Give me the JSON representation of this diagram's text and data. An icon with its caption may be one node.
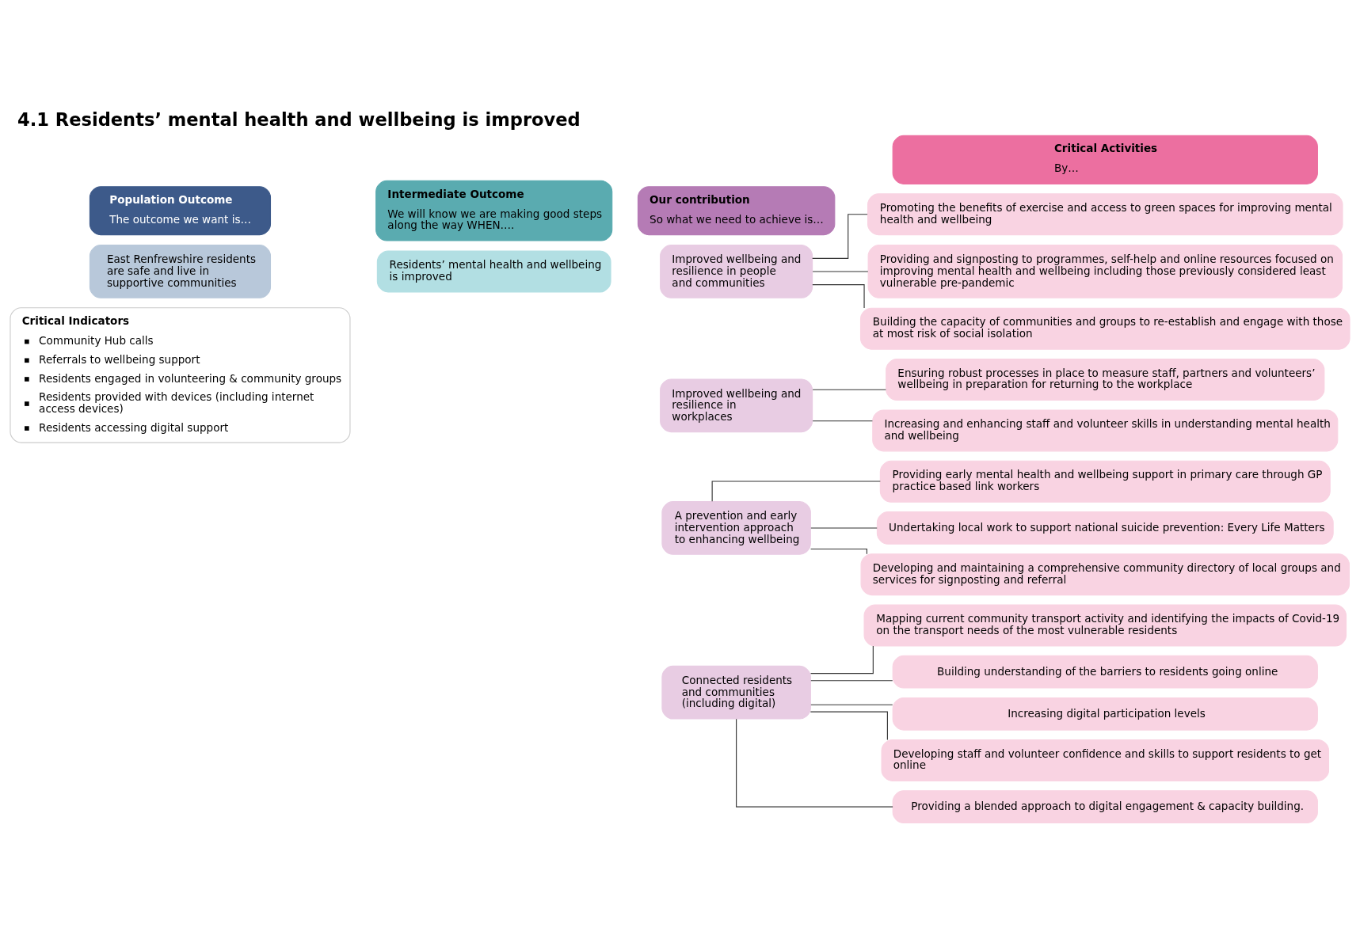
{
  "diagram": {
    "title": "4.1 Residents’ mental health and wellbeing is improved",
    "nodes": [
      {
        "text": [
          "Population Outcome",
          "The outcome we want is…"
        ]
      },
      {
        "text": [
          "Intermediate Outcome",
          "We will know we are making good steps along the way WHEN…."
        ]
      },
      {
        "text": [
          "Our contribution",
          "So what we need to achieve is…"
        ]
      },
      {
        "text": [
          "Critical Activities",
          "By…"
        ]
      },
      {
        "text": [
          "East Renfrewshire residents are safe and live in supportive communities"
        ]
      },
      {
        "text": [
          "Residents’ mental health and wellbeing is improved"
        ]
      },
      {
        "text": [
          "Improved wellbeing and resilience in people and communities"
        ]
      },
      {
        "text": [
          "Promoting the benefits of exercise and access to green spaces for improving mental health and wellbeing"
        ]
      },
      {
        "text": [
          "Providing and signposting to programmes, self-help and online resources focused on improving mental health and wellbeing including those previously considered least vulnerable pre-pandemic"
        ]
      },
      {
        "text": [
          "Building the capacity of communities and groups to re-establish and engage with those at most risk of social isolation"
        ]
      },
      {
        "text": [
          "Critical Indicators",
          "Community Hub calls",
          "Referrals to wellbeing support",
          "Residents engaged in volunteering & community groups",
          "Residents provided with devices (including internet access devices)",
          "Residents accessing digital support"
        ]
      },
      {
        "text": [
          "Improved wellbeing and resilience in workplaces"
        ]
      },
      {
        "text": [
          "Ensuring robust processes in place to measure staff, partners and volunteers’ wellbeing in preparation for returning to the workplace"
        ]
      },
      {
        "text": [
          "Increasing and enhancing staff and volunteer skills in understanding mental health and wellbeing"
        ]
      },
      {
        "text": [
          "A prevention and early intervention approach to enhancing wellbeing"
        ]
      },
      {
        "text": [
          "Providing early mental health and wellbeing support in primary care through GP practice based link workers"
        ]
      },
      {
        "text": [
          "Undertaking local work to support national suicide prevention: Every Life Matters"
        ]
      },
      {
        "text": [
          "Developing and maintaining a comprehensive community directory of local groups and services for signposting and referral"
        ]
      },
      {
        "text": [
          "Connected residents and communities (including digital)"
        ]
      },
      {
        "text": [
          "Mapping current community transport activity and identifying the impacts of Covid-19 on the transport needs of the most vulnerable residents"
        ]
      },
      {
        "text": [
          "Building understanding of the barriers to residents going online"
        ]
      },
      {
        "text": [
          "Increasing digital participation levels"
        ]
      },
      {
        "text": [
          "Developing staff and volunteer confidence and skills to support residents to get online"
        ]
      },
      {
        "text": [
          "Providing a blended approach to digital engagement & capacity building."
        ]
      }
    ],
    "edges": [
      {
        "from": 6,
        "to": 7,
        "arrow": "none"
      },
      {
        "from": 6,
        "to": 8,
        "arrow": "none"
      },
      {
        "from": 6,
        "to": 9,
        "arrow": "none"
      },
      {
        "from": 11,
        "to": 12,
        "arrow": "none"
      },
      {
        "from": 11,
        "to": 13,
        "arrow": "none"
      },
      {
        "from": 14,
        "to": 15,
        "arrow": "none"
      },
      {
        "from": 14,
        "to": 16,
        "arrow": "none"
      },
      {
        "from": 14,
        "to": 17,
        "arrow": "none"
      },
      {
        "from": 18,
        "to": 19,
        "arrow": "none"
      },
      {
        "from": 18,
        "to": 20,
        "arrow": "none"
      },
      {
        "from": 18,
        "to": 21,
        "arrow": "none"
      },
      {
        "from": 18,
        "to": 22,
        "arrow": "none"
      },
      {
        "from": 18,
        "to": 23,
        "arrow": "none"
      }
    ]
  }
}
